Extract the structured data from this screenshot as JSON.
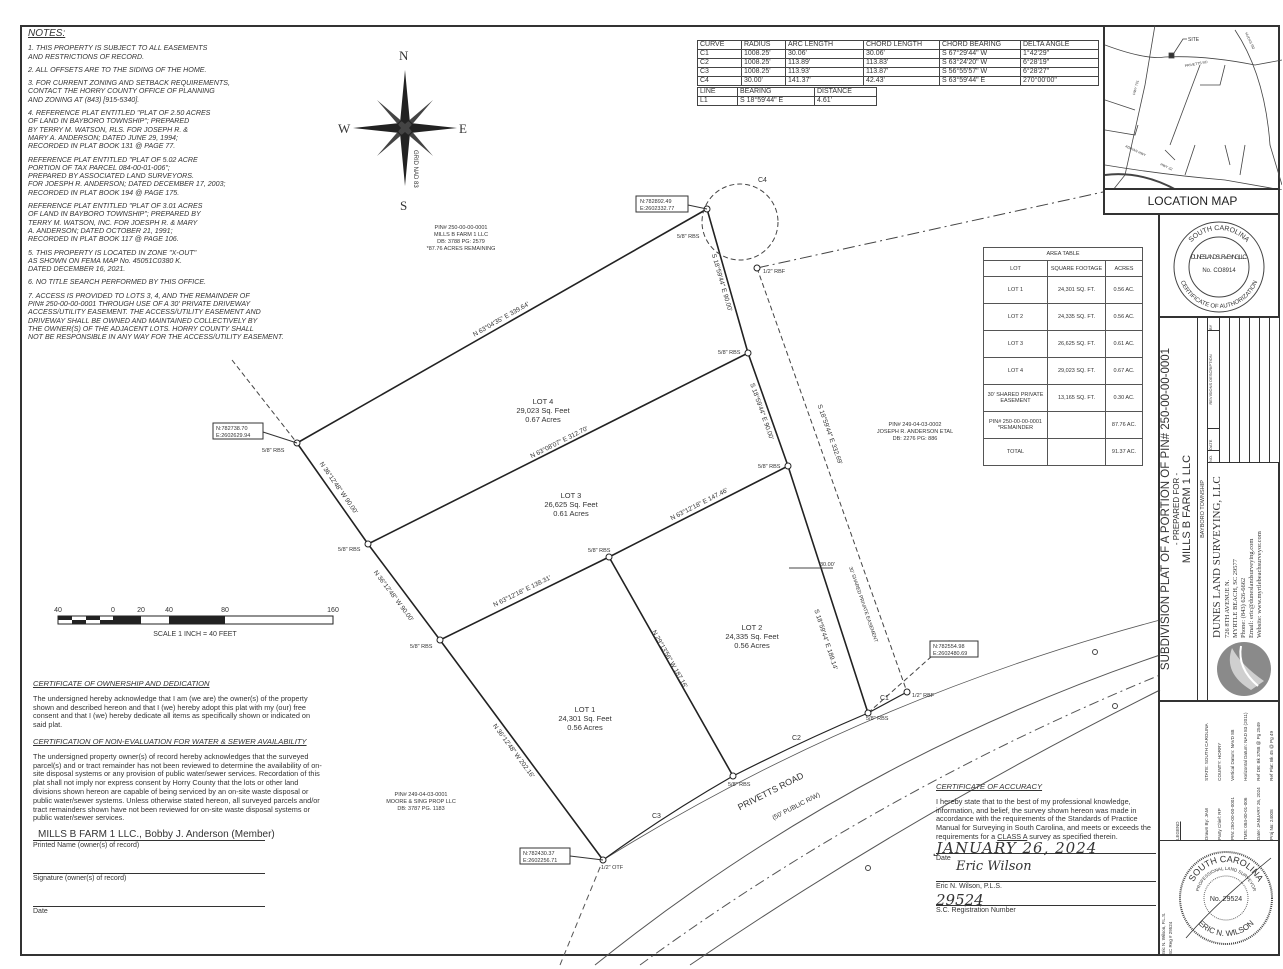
{
  "notes": {
    "title": "NOTES:",
    "items": [
      "1. THIS PROPERTY IS SUBJECT TO ALL EASEMENTS\n      AND RESTRICTIONS OF RECORD.",
      "2. ALL OFFSETS ARE TO THE SIDING OF THE HOME.",
      "3. FOR CURRENT ZONING AND SETBACK REQUIREMENTS,\n      CONTACT THE HORRY COUNTY OFFICE OF PLANNING\n      AND ZONING AT (843) [915-5340].",
      "4. REFERENCE PLAT ENTITLED \"PLAT OF 2.50 ACRES\n      OF LAND IN BAYBORO TOWNSHIP\"; PREPARED\n      BY TERRY M. WATSON, RLS. FOR JOSEPH R. &\n      MARY A. ANDERSON; DATED JUNE 29, 1994;\n      RECORDED IN PLAT BOOK 131 @ PAGE 77.",
      "   REFERENCE PLAT ENTITLED \"PLAT OF 5.02 ACRE\n      PORTION OF TAX PARCEL 084-00-01-006\";\n      PREPARED BY ASSOCIATED LAND SURVEYORS.\n      FOR JOESPH R. ANDERSON; DATED DECEMBER 17, 2003;\n      RECORDED IN PLAT BOOK 194 @ PAGE 175.",
      "   REFERENCE PLAT ENTITLED \"PLAT OF 3.01 ACRES\n      OF LAND IN BAYBORO TOWNSHIP\"; PREPARED BY\n      TERRY M. WATSON, INC. FOR JOESPH R. & MARY\n      A. ANDERSON; DATED OCTOBER 21, 1991;\n      RECORDED IN PLAT BOOK 117 @ PAGE 106.",
      "5. THIS PROPERTY IS LOCATED IN ZONE \"X-OUT\"\n      AS SHOWN ON FEMA MAP No. 45051C0380 K.\n      DATED DECEMBER 16, 2021.",
      "6. NO TITLE SEARCH PERFORMED BY THIS OFFICE.",
      "7. ACCESS IS PROVIDED TO LOTS 3, 4, AND THE REMAINDER OF\n      PIN# 250-00-00-0001 THROUGH USE OF A 30' PRIVATE DRIVEWAY\n      ACCESS/UTILITY EASEMENT. THE ACCESS/UTILITY EASEMENT AND\n      DRIVEWAY SHALL BE OWNED AND MAINTAINED COLLECTIVELY BY\n      THE OWNER(S) OF THE ADJACENT LOTS. HORRY COUNTY SHALL\n      NOT BE RESPONSIBLE IN ANY WAY FOR THE ACCESS/UTILITY EASEMENT."
    ]
  },
  "compass": {
    "n": "N",
    "s": "S",
    "e": "E",
    "w": "W",
    "grid": "GRID NAD 83"
  },
  "curve_table": {
    "headers": [
      "CURVE",
      "RADIUS",
      "ARC LENGTH",
      "CHORD LENGTH",
      "CHORD BEARING",
      "DELTA ANGLE"
    ],
    "rows": [
      [
        "C1",
        "1008.25'",
        "30.06'",
        "30.06'",
        "S 67°29'44\" W",
        "1°42'29\""
      ],
      [
        "C2",
        "1008.25'",
        "113.89'",
        "113.83'",
        "S 63°24'20\" W",
        "6°28'19\""
      ],
      [
        "C3",
        "1008.25'",
        "113.93'",
        "113.87'",
        "S 56°55'57\" W",
        "6°28'27\""
      ],
      [
        "C4",
        "30.00'",
        "141.37'",
        "42.43'",
        "S 63°59'44\" E",
        "270°00'00\""
      ]
    ]
  },
  "line_table": {
    "headers": [
      "LINE",
      "BEARING",
      "DISTANCE"
    ],
    "rows": [
      [
        "L1",
        "S 18°59'44\" E",
        "4.61'"
      ]
    ]
  },
  "location_map": {
    "title": "LOCATION MAP",
    "site": "SITE",
    "roads": [
      "PRIVETTS RD",
      "HWY 701",
      "HWY 22",
      "ADRIAN HWY",
      "HUCKS RD"
    ]
  },
  "area_table": {
    "title": "AREA TABLE",
    "headers": [
      "LOT",
      "SQUARE FOOTAGE",
      "ACRES"
    ],
    "rows": [
      [
        "LOT 1",
        "24,301 SQ. FT.",
        "0.56 AC."
      ],
      [
        "LOT 2",
        "24,335 SQ. FT.",
        "0.56 AC."
      ],
      [
        "LOT 3",
        "26,625 SQ. FT.",
        "0.61 AC."
      ],
      [
        "LOT 4",
        "29,023 SQ. FT.",
        "0.67 AC."
      ],
      [
        "30' SHARED PRIVATE EASEMENT",
        "13,165 SQ. FT.",
        "0.30 AC."
      ],
      [
        "PIN# 250-00-00-0001 *REMAINDER",
        "",
        "87.76 AC."
      ],
      [
        "TOTAL",
        "",
        "91.37 AC."
      ]
    ]
  },
  "plat": {
    "parcels": {
      "north": [
        "PIN# 250-00-00-0001",
        "MILLS B FARM 1 LLC",
        "DB: 3788 PG: 2579",
        "*87.76 ACRES REMAINING"
      ],
      "east": [
        "PIN# 249-04-03-0002",
        "JOSEPH R. ANDERSON ETAL",
        "DB: 2276 PG: 886"
      ],
      "southwest": [
        "PIN# 249-04-03-0001",
        "MOORE & SING PROP LLC",
        "DB: 3787 PG. 1183"
      ]
    },
    "lots": [
      {
        "name": "LOT 1",
        "sqft": "24,301 Sq. Feet",
        "acres": "0.56 Acres"
      },
      {
        "name": "LOT 2",
        "sqft": "24,335 Sq. Feet",
        "acres": "0.56 Acres"
      },
      {
        "name": "LOT 3",
        "sqft": "26,625 Sq. Feet",
        "acres": "0.61 Acres"
      },
      {
        "name": "LOT 4",
        "sqft": "29,023 Sq. Feet",
        "acres": "0.67 Acres"
      }
    ],
    "bearings": {
      "lot4_north": "N 63°04'35\" E  339.64'",
      "lot3_north": "N 63°08'07\" E  312.70'",
      "lot1_north": "N 63°12'18\" E  138.31'",
      "lot2_north": "N 63°12'18\" E  147.46'",
      "east_1": "S 18°59'44\" E  90.00'",
      "east_2": "S 18°59'44\" E  90.00'",
      "east_3": "S 18°59'44\" E  189.14'",
      "easement": "S 18°59'44\" E  332.69'",
      "west_1": "N 36°12'48\" W  90.00'",
      "west_2": "N 36°12'48\" W  90.00'",
      "west_3": "N 36°12'48\" W  202.16'",
      "lot_divide": "N 29°13'56\" W  187.16'"
    },
    "easement_label": "30' SHARED PRIVATE EASEMENT",
    "easement_width": "30.00'",
    "monuments": {
      "rbs": "5/8\" RBS",
      "rbf": "1/2\" RBF",
      "otf": "1/2\" OTF"
    },
    "coords": [
      [
        "N:782892.49",
        "E:2602332.77"
      ],
      [
        "N:782738.70",
        "E:2602629.94"
      ],
      [
        "N:782554.98",
        "E:2602480.69"
      ],
      [
        "N:782430.37",
        "E:2602256.71"
      ]
    ],
    "curves": [
      "C1",
      "C2",
      "C3",
      "C4"
    ],
    "road": {
      "name": "PRIVETTS ROAD",
      "row": "(50' PUBLIC R/W)"
    }
  },
  "scale": {
    "ticks": [
      "40",
      "0",
      "20",
      "40",
      "80",
      "160"
    ],
    "label": "SCALE 1 INCH = 40 FEET"
  },
  "ownership": {
    "title": "CERTIFICATE OF OWNERSHIP AND DEDICATION",
    "text": "The undersigned hereby acknowledge that I am (we are) the owner(s) of the property shown and described hereon and that I (we) hereby adopt this plat with my (our) free consent and that I (we) hereby dedicate all items as specifically shown or indicated on said plat.",
    "water_title": "CERTIFICATION OF NON-EVALUATION FOR WATER & SEWER AVAILABILITY",
    "water_text": "The undersigned property owner(s) of record hereby acknowledges that the surveyed parcel(s) and or tract remainder has not been reviewed to determine the availability of on-site disposal systems or any provision of public water/sewer services. Recordation of this plat shall not imply nor express consent by Horry County that the lots or other land divisions shown hereon are capable of being serviced by an on-site waste disposal or public water/sewer systems. Unless otherwise stated hereon, all surveyed parcels and/or tract remainders shown have not been reviewed for on-site waste disposal systems or public water/sewer services.",
    "owner_name": "MILLS B FARM 1 LLC., Bobby J. Anderson (Member)",
    "printed_name_label": "Printed Name (owner(s) of record)",
    "signature_label": "Signature (owner(s) of record)",
    "date_label": "Date"
  },
  "accuracy": {
    "title": "CERTIFICATE OF ACCURACY",
    "text_before": "I hereby state that to the best of my professional knowledge, information, and belief, the survey shown hereon was made in accordance with the requirements of the Standards of Practice Manual for Surveying in South Carolina, and meets or exceeds the requirements for a ",
    "class": "CLASS A",
    "text_after": " survey as specified therein.",
    "date": "JANUARY 26, 2024",
    "date_label": "Date",
    "signature": "Eric Wilson",
    "surveyor": "Eric N. Wilson, P.L.S.",
    "reg_no": "29524",
    "reg_label": "S.C. Registration Number"
  },
  "title_block": {
    "cert_seal": {
      "ring_top": "SOUTH CAROLINA",
      "ring_bottom": "CERTIFICATE OF AUTHORIZATION",
      "company": "DUNES LAND SURVEYING, LLC.",
      "number": "No. CO8914"
    },
    "title": "SUBDIVISION PLAT OF A PORTION OF PIN# 250-00-00-0001",
    "prepared_for": "- PREPARED FOR -",
    "client": "MILLS B FARM 1 LLC",
    "township": "BAYBORO TOWNSHIP",
    "company": "DUNES LAND SURVEYING, LLC",
    "address1": "726 8TH AVENUE N.",
    "address2": "MYRTLE BEACH, SC 29577",
    "phone": "Phone: (843) 626-6662",
    "email": "Email: eric@duneslandsurveying.com",
    "website": "Website: www.myrtlebeachsurveyor.com",
    "revisions": {
      "title": "REVISIONS",
      "no": "NO.",
      "date": "DATE",
      "description": "DESCRIPTION",
      "by": "BY"
    },
    "info": [
      [
        "Drawn By:",
        "JAM",
        "STATE:",
        "SOUTH CAROLINA"
      ],
      [
        "Party Chief:",
        "RP",
        "COUNTY:",
        "HORRY"
      ],
      [
        "PIN:",
        "250-00-00-0001",
        "Vertical Datum:",
        "NAVD 88"
      ],
      [
        "TMS:",
        "084-00-01-006",
        "Horizontal Datum:",
        "NAD 83 (2011)"
      ],
      [
        "Date:",
        "JANUARY 26, 2024",
        "Ref DB:",
        "Bk 3788 @ Pg 2549"
      ],
      [
        "Proj No:",
        "24008",
        "Ref Plat:",
        "Bk 45 @ Pg 49"
      ]
    ],
    "legend": "LEGEND",
    "surveyor": "Eric N. Wilson, P.L.S.",
    "reg": "SC Reg # 29524",
    "pls_seal": {
      "ring_top": "SOUTH CAROLINA",
      "ring_mid": "PROFESSIONAL LAND SURVEYOR",
      "number": "No. 29524",
      "name": "ERIC N. WILSON"
    }
  }
}
